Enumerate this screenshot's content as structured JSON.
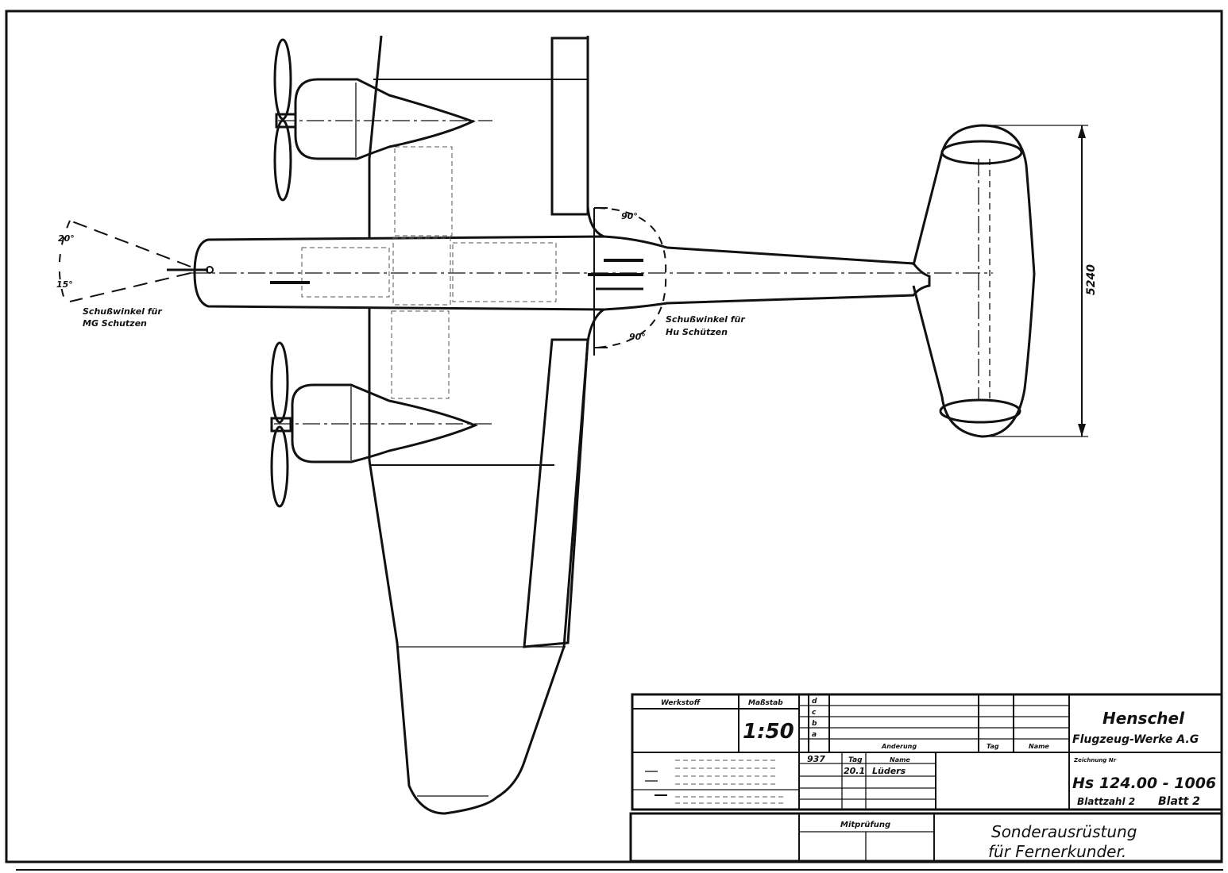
{
  "drawing": {
    "gun_angle_front_up": "20°",
    "gun_angle_front_down": "15°",
    "gun_front_caption_1": "Schußwinkel für",
    "gun_front_caption_2": "MG Schutzen",
    "gun_rear_caption_1": "Schußwinkel für",
    "gun_rear_caption_2": "Hu Schützen",
    "gun_angle_rear_up": "90°",
    "gun_angle_rear_down": "90°",
    "tail_span_dimension": "5240"
  },
  "title_block": {
    "werkstoff_label": "Werkstoff",
    "massstab_label": "Maßstab",
    "scale": "1:50",
    "rev_a": "a",
    "rev_b": "b",
    "rev_c": "c",
    "rev_d": "d",
    "anderung_label": "Anderung",
    "tag_label": "Tag",
    "name_label": "Name",
    "gez_label": "Tag",
    "name2_label": "Name",
    "year": "937",
    "date": "20.1",
    "signature": "Lüders",
    "company_line1": "Henschel",
    "company_line2": "Flugzeug-Werke A.G",
    "zeichnung_label": "Zeichnung Nr",
    "drawing_number": "Hs 124.00 - 1006",
    "sheet_count": "Blattzahl 2",
    "sheet_number": "Blatt 2",
    "mitprufung_label": "Mitprüfung",
    "title_line1": "Sonderausrüstung",
    "title_line2": "für Fernerkunder."
  }
}
